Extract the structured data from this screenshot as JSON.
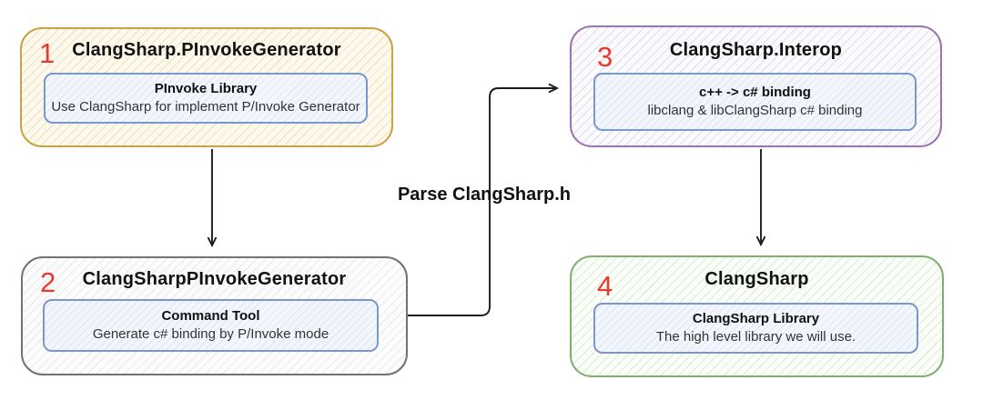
{
  "colors": {
    "arrow": "#1c1c1c",
    "step_number": "#e8392b",
    "card_border": "#7b97cd",
    "card_fill": "#f3f6fd",
    "card_hatch": "#dde5f6",
    "label_text": "#111111"
  },
  "arrow_label": "Parse ClangSharp.h",
  "nodes": [
    {
      "number": "1",
      "title": "ClangSharp.PInvokeGenerator",
      "card_title": "PInvoke Library",
      "card_subtitle": "Use ClangSharp for implement P/Invoke Generator",
      "border_color": "#c9a445",
      "fill_color": "#fdf9ee",
      "hatch_color": "#f1e2b6"
    },
    {
      "number": "2",
      "title": "ClangSharpPInvokeGenerator",
      "card_title": "Command Tool",
      "card_subtitle": "Generate c# binding by P/Invoke mode",
      "border_color": "#6f7276",
      "fill_color": "#fcfcfc",
      "hatch_color": "#e9e9e9"
    },
    {
      "number": "3",
      "title": "ClangSharp.Interop",
      "card_title": "c++ -> c# binding",
      "card_subtitle": "libclang & libClangSharp c# binding",
      "border_color": "#9c74ad",
      "fill_color": "#fbfafd",
      "hatch_color": "#e2dcef"
    },
    {
      "number": "4",
      "title": "ClangSharp",
      "card_title": "ClangSharp Library",
      "card_subtitle": "The high level library we will use.",
      "border_color": "#7fb06e",
      "fill_color": "#fafdf8",
      "hatch_color": "#d9ecd2"
    }
  ]
}
